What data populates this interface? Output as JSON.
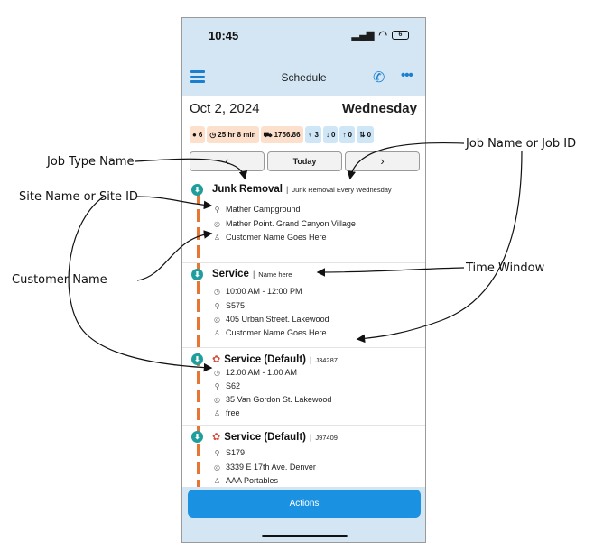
{
  "annotations": {
    "job_type_name": "Job Type Name",
    "site_name": "Site Name or Site ID",
    "customer_name": "Customer Name",
    "job_name": "Job Name or Job ID",
    "time_window": "Time Window"
  },
  "status_bar": {
    "time": "10:45",
    "battery": "6"
  },
  "header": {
    "title": "Schedule",
    "menu_icon": "hamburger-icon",
    "call_icon": "phone-icon",
    "more_icon": "more-dots-icon"
  },
  "date": {
    "date": "Oct 2, 2024",
    "weekday": "Wednesday"
  },
  "stats": [
    {
      "icon": "●",
      "value": "6"
    },
    {
      "icon": "◷",
      "value": "25 hr 8 min"
    },
    {
      "icon": "⛟",
      "value": "1756.86"
    },
    {
      "icon": "♆",
      "value": "3"
    },
    {
      "icon": "↓",
      "value": "0"
    },
    {
      "icon": "↑",
      "value": "0"
    },
    {
      "icon": "⇅",
      "value": "0"
    }
  ],
  "day_nav": {
    "prev": "‹",
    "today": "Today",
    "next": "›"
  },
  "jobs": [
    {
      "type": "Junk Removal",
      "name": "Junk Removal Every Wednesday",
      "site": "Mather Campground",
      "address": "Mather Point. Grand Canyon Village",
      "customer": "Customer Name Goes Here"
    },
    {
      "type": "Service",
      "name": "Name here",
      "time": "10:00 AM - 12:00 PM",
      "site": "S575",
      "address": "405 Urban Street. Lakewood",
      "customer": "Customer Name Goes Here"
    },
    {
      "type": "Service (Default)",
      "name": "J34287",
      "time": "12:00 AM - 1:00 AM",
      "site": "S62",
      "address": "35 Van Gordon St. Lakewood",
      "customer": "free"
    },
    {
      "type": "Service (Default)",
      "name": "J97409",
      "site": "S179",
      "address": "3339 E 17th Ave. Denver",
      "customer": "AAA Portables"
    }
  ],
  "actions_label": "Actions"
}
